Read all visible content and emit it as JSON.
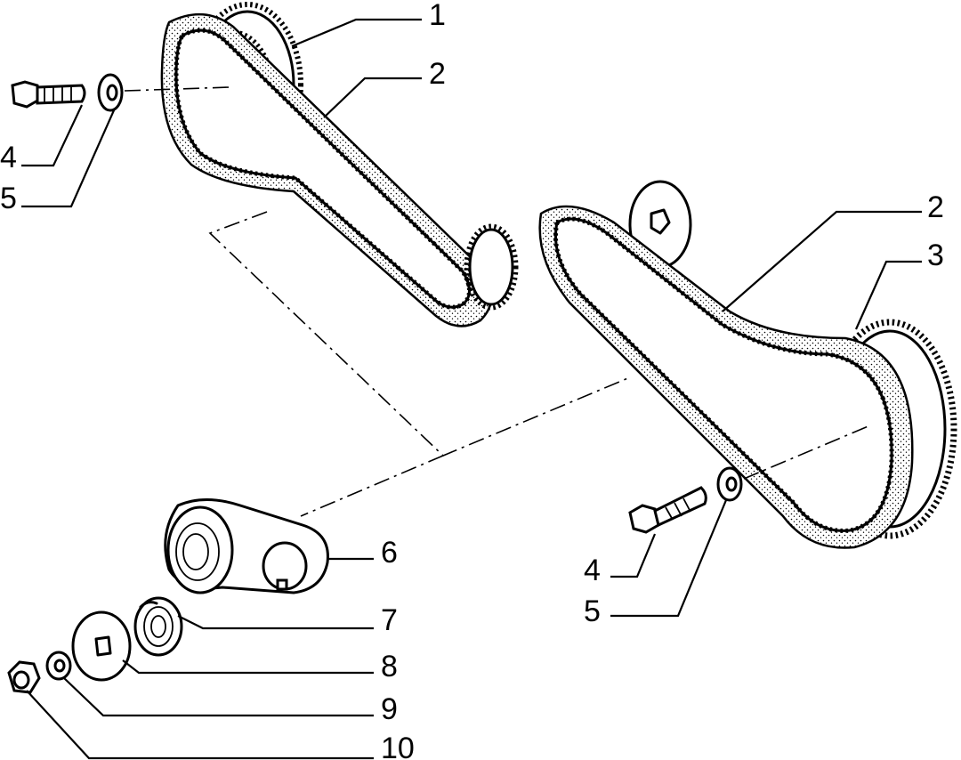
{
  "callouts": {
    "c1": "1",
    "c2_left": "2",
    "c2_right": "2",
    "c3": "3",
    "c4_left": "4",
    "c5_left": "5",
    "c4_right": "4",
    "c5_right": "5",
    "c6": "6",
    "c7": "7",
    "c8": "8",
    "c9": "9",
    "c10": "10"
  }
}
